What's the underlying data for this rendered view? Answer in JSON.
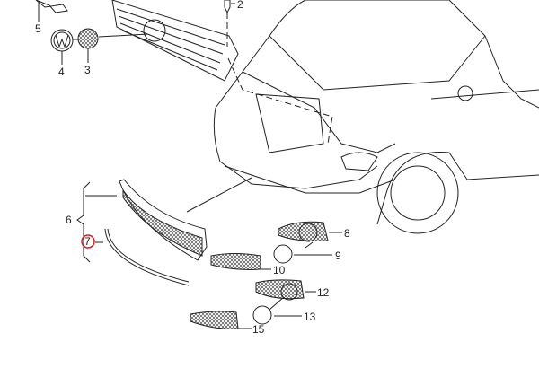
{
  "diagram": {
    "highlight_color": "#d22222",
    "labels": [
      {
        "id": "2",
        "text": "2"
      },
      {
        "id": "3",
        "text": "3"
      },
      {
        "id": "4",
        "text": "4"
      },
      {
        "id": "5",
        "text": "5"
      },
      {
        "id": "6",
        "text": "6"
      },
      {
        "id": "7",
        "text": "7",
        "highlighted": true
      },
      {
        "id": "8",
        "text": "8"
      },
      {
        "id": "9",
        "text": "9"
      },
      {
        "id": "10",
        "text": "10"
      },
      {
        "id": "12",
        "text": "12"
      },
      {
        "id": "13",
        "text": "13"
      },
      {
        "id": "15",
        "text": "15"
      }
    ]
  }
}
